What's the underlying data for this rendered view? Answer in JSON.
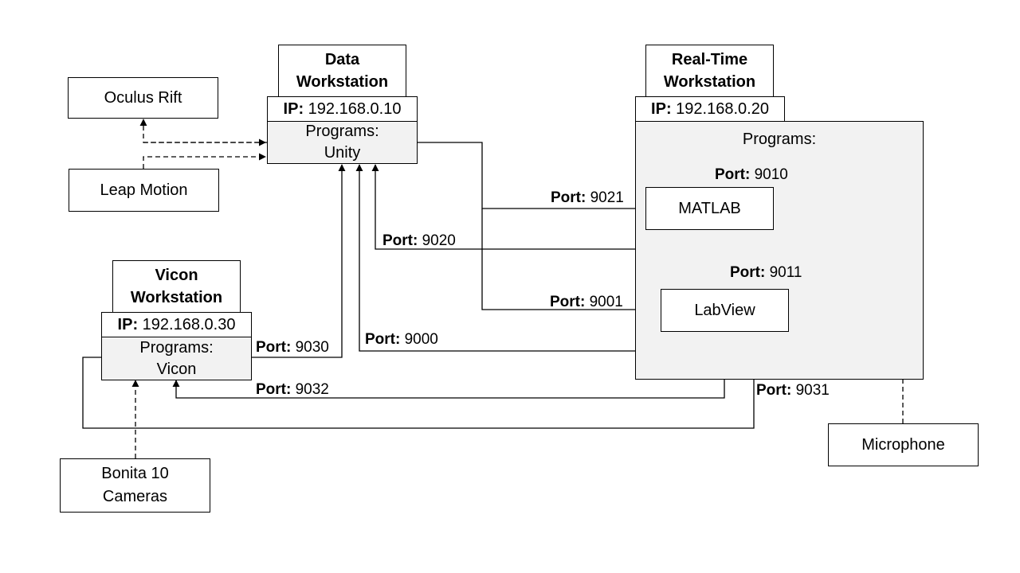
{
  "nodes": {
    "oculus": "Oculus Rift",
    "leap": "Leap Motion",
    "bonita_line1": "Bonita 10",
    "bonita_line2": "Cameras",
    "microphone": "Microphone",
    "data_ws": {
      "title_line1": "Data",
      "title_line2": "Workstation",
      "ip_label": "IP:",
      "ip_value": " 192.168.0.10",
      "programs_label": "Programs:",
      "program": "Unity"
    },
    "rt_ws": {
      "title_line1": "Real-Time",
      "title_line2": "Workstation",
      "ip_label": "IP:",
      "ip_value": " 192.168.0.20",
      "programs_label": "Programs:",
      "matlab": "MATLAB",
      "labview": "LabView"
    },
    "vicon_ws": {
      "title_line1": "Vicon",
      "title_line2": "Workstation",
      "ip_label": "IP:",
      "ip_value": " 192.168.0.30",
      "programs_label": "Programs:",
      "program": "Vicon"
    }
  },
  "ports": {
    "prefix": "Port:",
    "p9010": " 9010",
    "p9021": " 9021",
    "p9020": " 9020",
    "p9011": " 9011",
    "p9001": " 9001",
    "p9000": " 9000",
    "p9030": " 9030",
    "p9032": " 9032",
    "p9031": " 9031"
  }
}
